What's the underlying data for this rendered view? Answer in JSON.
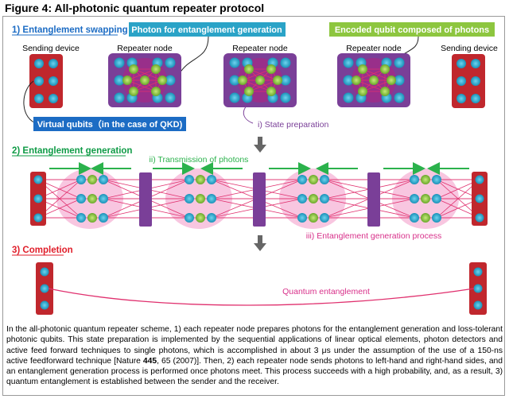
{
  "figure_title": "Figure 4: All-photonic quantum repeater protocol",
  "sections": {
    "s1": "1) Entanglement swapping",
    "s2": "2) Entanglement generation",
    "s3": "3) Completion"
  },
  "callouts": {
    "photon": "Photon for entanglement generation",
    "encoded": "Encoded qubit  composed of photons",
    "virtual": "Virtual qubits（in the case of QKD)"
  },
  "labels": {
    "sending1": "Sending device",
    "repeater1": "Repeater node",
    "repeater2": "Repeater node",
    "repeater3": "Repeater node",
    "sending2": "Sending device",
    "state_prep": "i) State preparation",
    "transmission": "ii) Transmission of photons",
    "ent_gen_process": "iii) Entanglement  generation process",
    "quantum_ent": "Quantum  entanglement"
  },
  "caption": {
    "part1": "In the all-photonic quantum repeater scheme, 1) each repeater node prepares photons for the entanglement generation and loss-tolerant photonic qubits. This state preparation is implemented by the sequential applications of linear optical elements, photon detectors and active feed forward techniques to single photons, which is accomplished in about 3 μs under the assumption of the use of a 150-ns active feedforward technique [Nature ",
    "bold": "445",
    "part2": ", 65 (2007)]. Then, 2) each repeater node sends photons to left-hand and right-hand sides, and an entanglement generation process is performed once photons meet. This process succeeds with a high probability, and, as a result, 3) quantum entanglement is established between the sender and the receiver."
  },
  "colors": {
    "sending_box": "#c0272d",
    "repeater_box": "#7a3f98",
    "qubit_blue": "#2aa3c7",
    "photon_green": "#8dc63f",
    "link_red": "#e0306e",
    "arrow_green": "#2bb24c",
    "section_blue": "#1c6cc4",
    "section_green": "#0f9b46",
    "section_red": "#e01e2a"
  }
}
